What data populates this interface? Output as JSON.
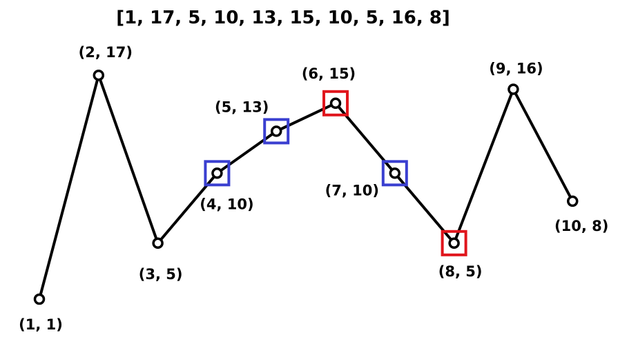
{
  "title": "[1, 17, 5, 10, 13, 15, 10, 5, 16, 8]",
  "points": [
    {
      "label": "(1, 1)",
      "x": 1,
      "y": 1,
      "mark": null
    },
    {
      "label": "(2, 17)",
      "x": 2,
      "y": 17,
      "mark": null
    },
    {
      "label": "(3, 5)",
      "x": 3,
      "y": 5,
      "mark": null
    },
    {
      "label": "(4, 10)",
      "x": 4,
      "y": 10,
      "mark": "blue"
    },
    {
      "label": "(5, 13)",
      "x": 5,
      "y": 13,
      "mark": "blue"
    },
    {
      "label": "(6, 15)",
      "x": 6,
      "y": 15,
      "mark": "red"
    },
    {
      "label": "(7, 10)",
      "x": 7,
      "y": 10,
      "mark": "blue"
    },
    {
      "label": "(8, 5)",
      "x": 8,
      "y": 5,
      "mark": "red"
    },
    {
      "label": "(9, 16)",
      "x": 9,
      "y": 16,
      "mark": null
    },
    {
      "label": "(10, 8)",
      "x": 10,
      "y": 8,
      "mark": null
    }
  ],
  "colors": {
    "line": "#000000",
    "node_fill": "#ffffff",
    "blue_box": "#3a3fd0",
    "red_box": "#e0151c"
  }
}
